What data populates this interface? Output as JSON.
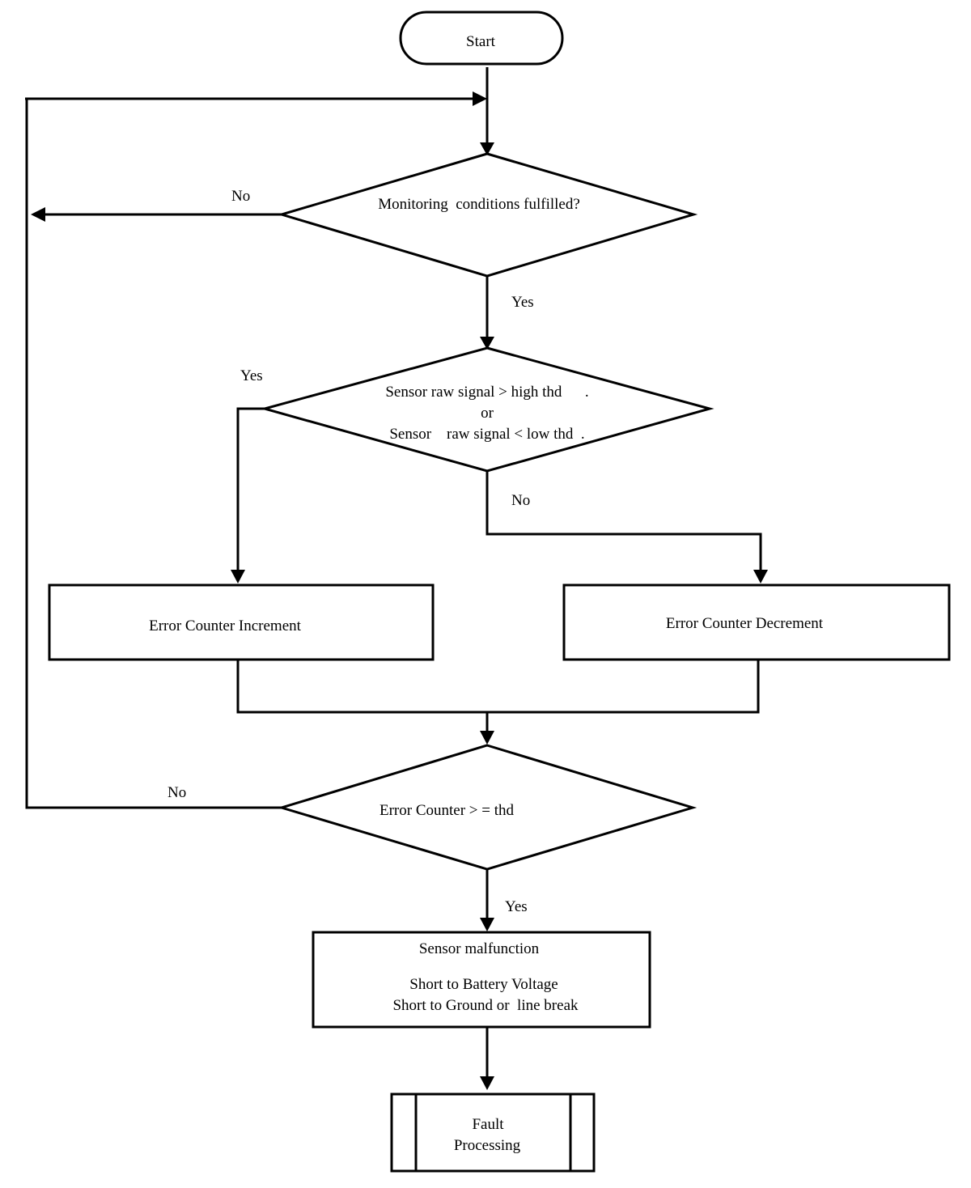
{
  "nodes": {
    "start": "Start",
    "monitoring_decision": "Monitoring  conditions fulfilled?",
    "signal_decision": {
      "line1": "Sensor raw signal > high thd      .",
      "line2": "or",
      "line3": "Sensor    raw signal < low thd  ."
    },
    "increment": "Error Counter Increment",
    "decrement": "Error Counter Decrement",
    "counter_decision": "Error Counter > = thd",
    "malfunction": {
      "title": "Sensor malfunction",
      "line1": "Short to Battery Voltage",
      "line2": "Short to Ground or  line break"
    },
    "fault_processing": {
      "line1": "Fault",
      "line2": "Processing"
    }
  },
  "edge_labels": {
    "monitoring_no": "No",
    "monitoring_yes": "Yes",
    "signal_yes": "Yes",
    "signal_no": "No",
    "counter_no": "No",
    "counter_yes": "Yes"
  }
}
